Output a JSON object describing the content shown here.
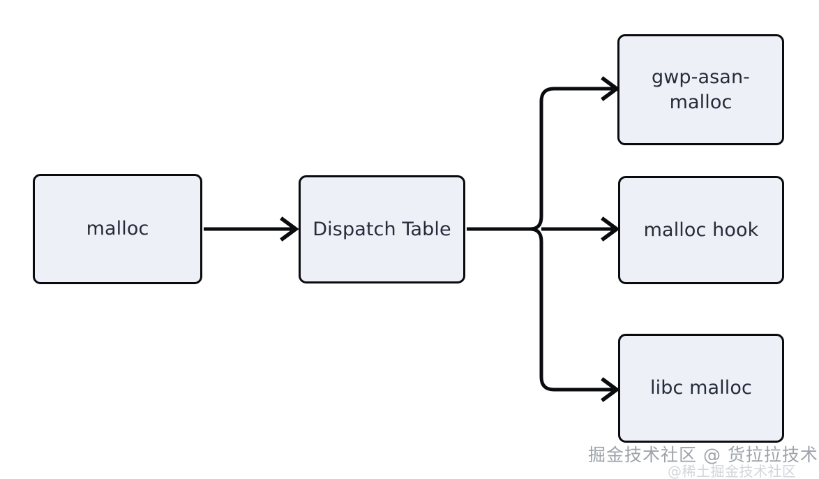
{
  "diagram": {
    "type": "flowchart",
    "background_color": "#ffffff",
    "node_fill_color": "#eef0f7",
    "node_border_color": "#090b0e",
    "node_text_color": "#252c39",
    "edge_color": "#090b0e",
    "nodes": [
      {
        "id": "malloc",
        "label": "malloc"
      },
      {
        "id": "dispatch",
        "label": "Dispatch Table"
      },
      {
        "id": "gwp",
        "label": "gwp-asan-\nmalloc"
      },
      {
        "id": "hook",
        "label": "malloc hook"
      },
      {
        "id": "libc",
        "label": "libc malloc"
      }
    ],
    "edges": [
      {
        "from": "malloc",
        "to": "dispatch",
        "style": "straight-arrow"
      },
      {
        "from": "dispatch",
        "to": "gwp",
        "style": "elbow-up-arrow"
      },
      {
        "from": "dispatch",
        "to": "hook",
        "style": "straight-arrow"
      },
      {
        "from": "dispatch",
        "to": "libc",
        "style": "elbow-down-arrow"
      }
    ]
  },
  "watermark": {
    "main": "掘金技术社区 @ 货拉拉技术",
    "sub": "@稀土掘金技术社区"
  }
}
